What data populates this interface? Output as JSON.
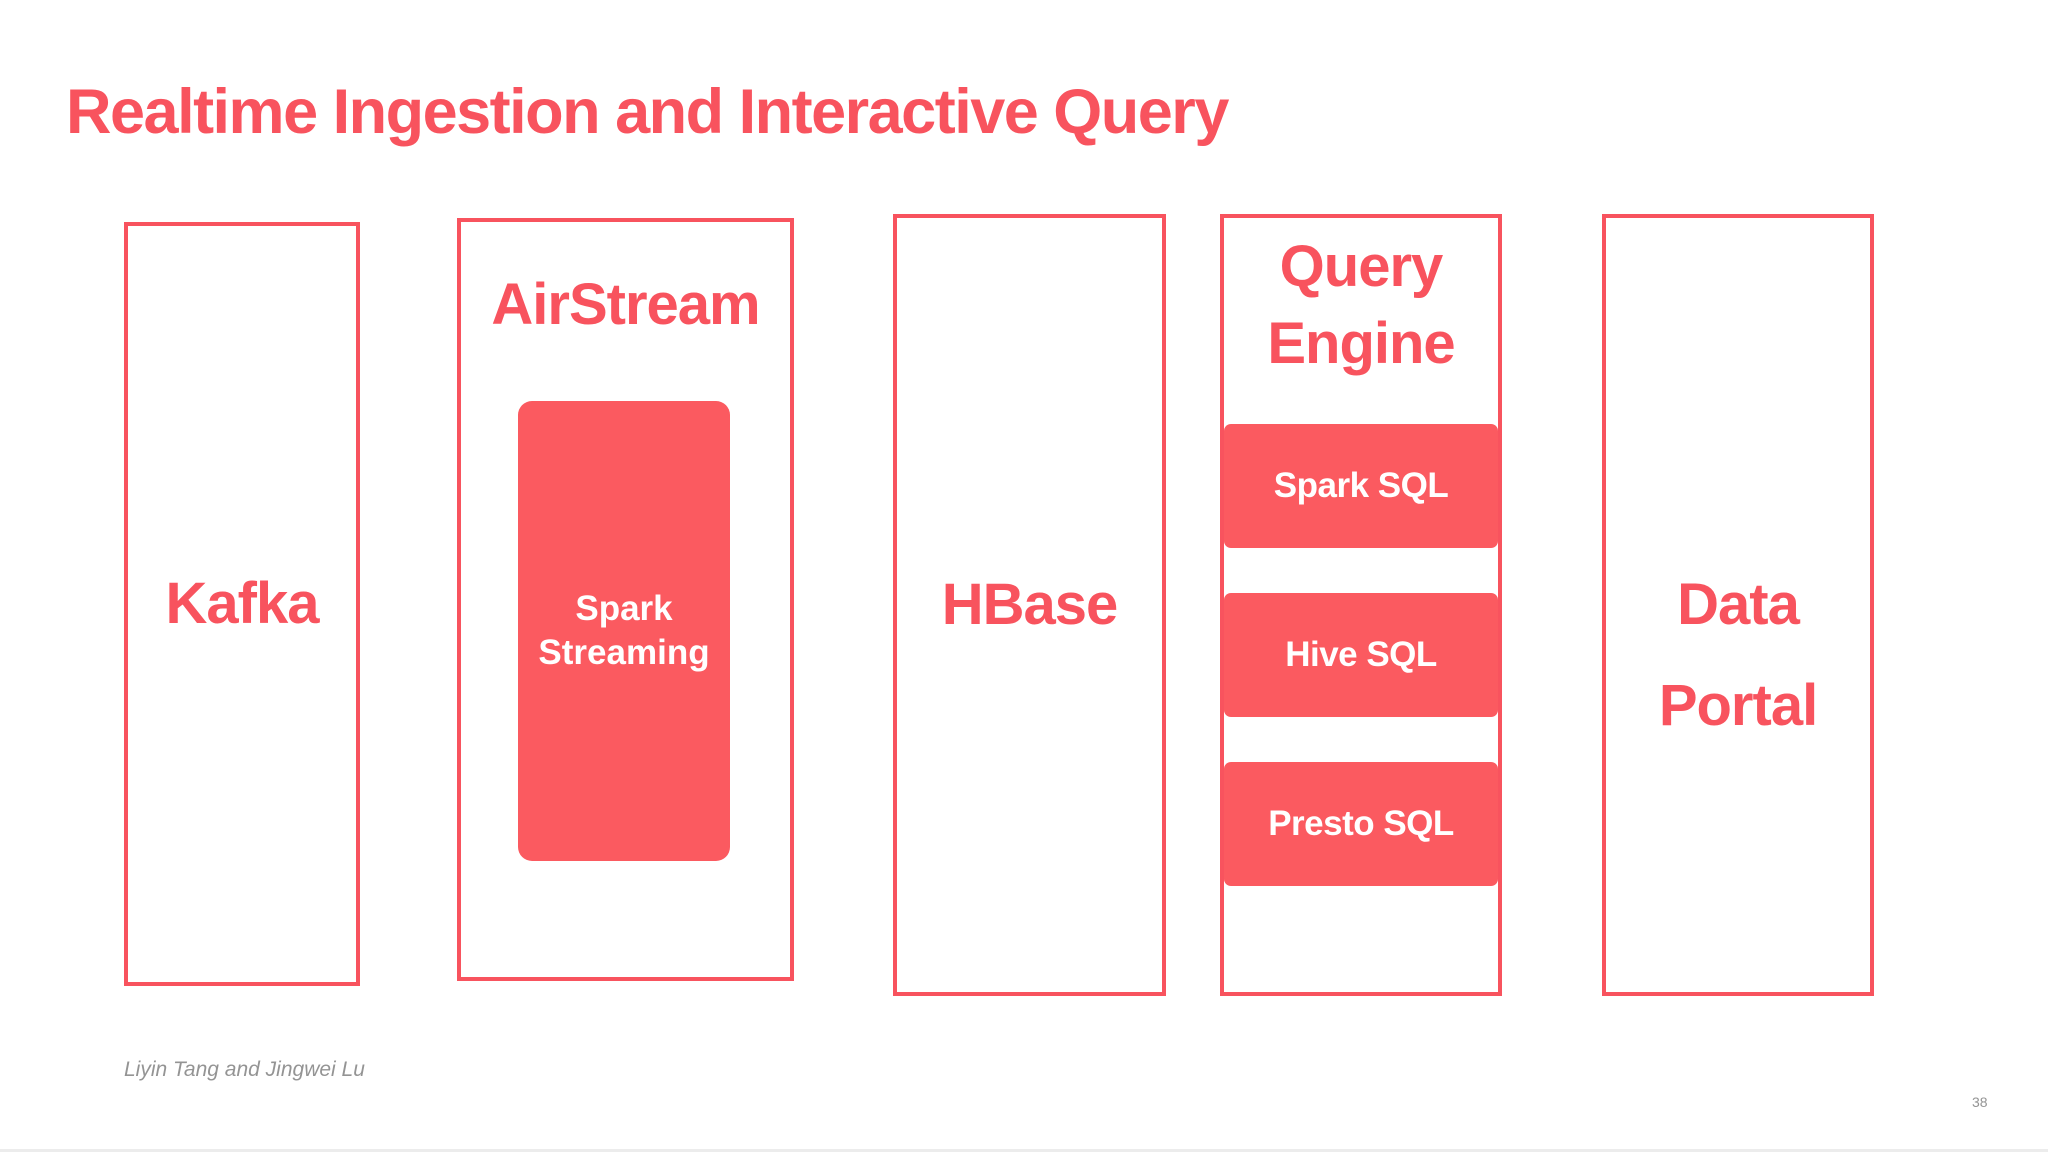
{
  "slide": {
    "title": "Realtime Ingestion and Interactive Query",
    "footer": "Liyin Tang and Jingwei Lu",
    "page_number": "38",
    "colors": {
      "accent": "#F8535E",
      "fill": "#FB5A60",
      "text_on_fill": "#FFFFFF",
      "muted": "#949494"
    }
  },
  "diagram": {
    "columns": [
      {
        "label": "Kafka"
      },
      {
        "label": "AirStream",
        "child": "Spark Streaming"
      },
      {
        "label": "HBase"
      },
      {
        "label": "Query Engine",
        "children": [
          "Spark SQL",
          "Hive SQL",
          "Presto SQL"
        ]
      },
      {
        "label": "Data Portal"
      }
    ]
  }
}
